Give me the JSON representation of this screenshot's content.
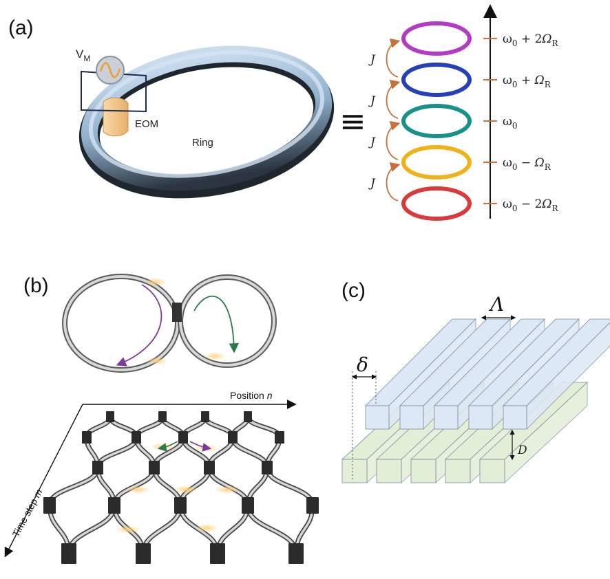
{
  "panels": {
    "a": {
      "label": "(a)",
      "vm_label": "V",
      "vm_sub": "M",
      "eom_label": "EOM",
      "ring_label": "Ring",
      "equiv_symbol": "≡",
      "coupling_label": "J",
      "levels": [
        {
          "label": "ω0 + 2ΩR",
          "base": "ω",
          "sub0": "0",
          "op": " + 2",
          "greek": "Ω",
          "sub1": "R",
          "color": "#b23cc4"
        },
        {
          "label": "ω0 + ΩR",
          "base": "ω",
          "sub0": "0",
          "op": " + ",
          "greek": "Ω",
          "sub1": "R",
          "color": "#2740b8"
        },
        {
          "label": "ω0",
          "base": "ω",
          "sub0": "0",
          "op": "",
          "greek": "",
          "sub1": "",
          "color": "#17918a"
        },
        {
          "label": "ω0 − ΩR",
          "base": "ω",
          "sub0": "0",
          "op": " − ",
          "greek": "Ω",
          "sub1": "R",
          "color": "#f0b21a"
        },
        {
          "label": "ω0 − 2ΩR",
          "base": "ω",
          "sub0": "0",
          "op": " − 2",
          "greek": "Ω",
          "sub1": "R",
          "color": "#d93a3a"
        }
      ]
    },
    "b": {
      "label": "(b)",
      "x_axis_label": "Position ",
      "x_axis_var": "n",
      "y_axis_label": "Time step ",
      "y_axis_var": "m"
    },
    "c": {
      "label": "(c)",
      "lambda_label": "Λ",
      "delta_label": "δ",
      "d_label": "D"
    }
  },
  "colors": {
    "arrow_orange": "#c8703a",
    "ring_blue": "#a9c4dc",
    "grating_top": "#dce8f5",
    "grating_bottom": "#e3eed6",
    "arrow_purple": "#7b3aa0",
    "arrow_green": "#2a7a4a"
  }
}
